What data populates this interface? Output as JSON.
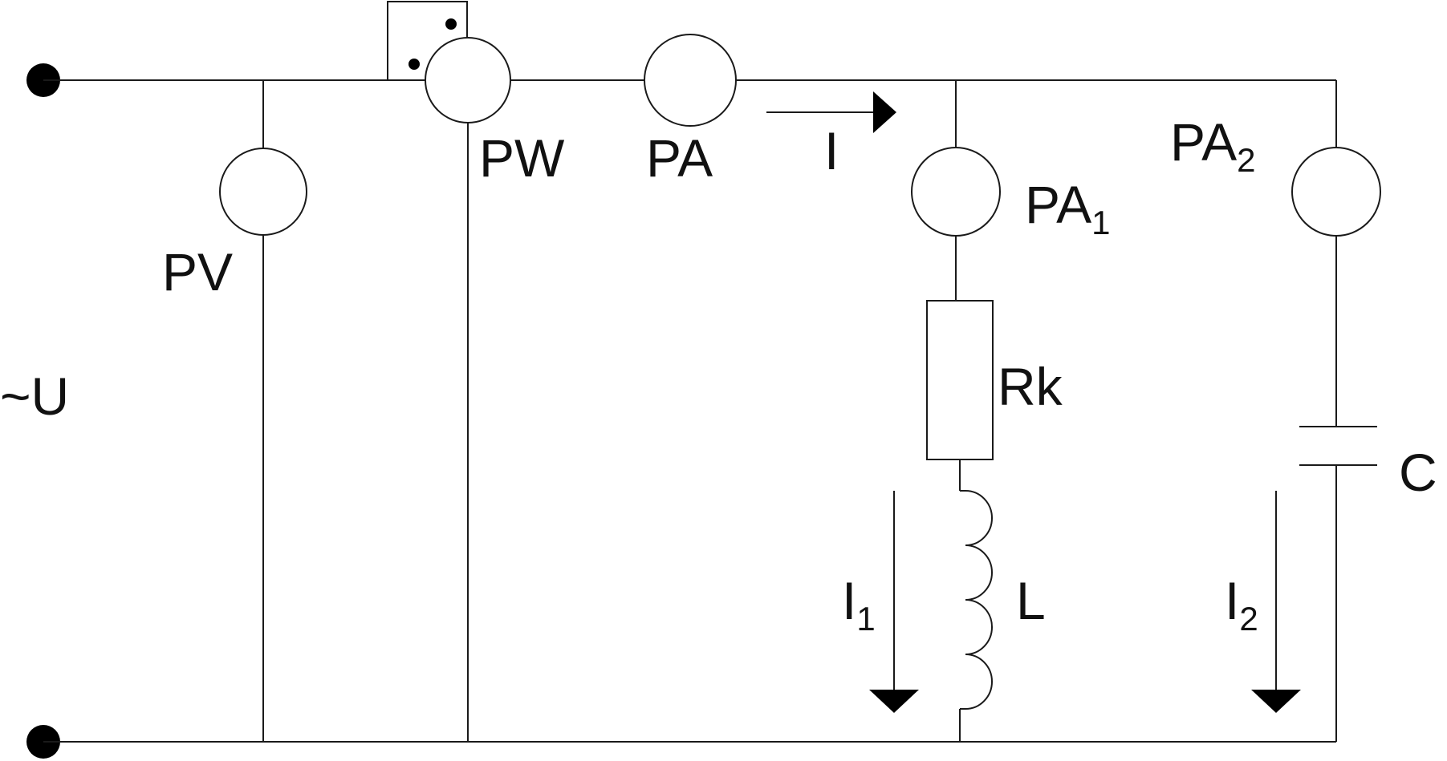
{
  "diagram": {
    "source_label": "~U",
    "meters": {
      "voltmeter": "PV",
      "wattmeter": "PW",
      "ammeter_main": "PA",
      "ammeter_branch1": {
        "base": "PA",
        "sub": "1"
      },
      "ammeter_branch2": {
        "base": "PA",
        "sub": "2"
      }
    },
    "components": {
      "resistor": "Rk",
      "inductor": "L",
      "capacitor": "C"
    },
    "currents": {
      "main": "I",
      "branch1": {
        "base": "I",
        "sub": "1"
      },
      "branch2": {
        "base": "I",
        "sub": "2"
      }
    },
    "colors": {
      "line": "#1a1a1a",
      "background": "#ffffff"
    }
  }
}
